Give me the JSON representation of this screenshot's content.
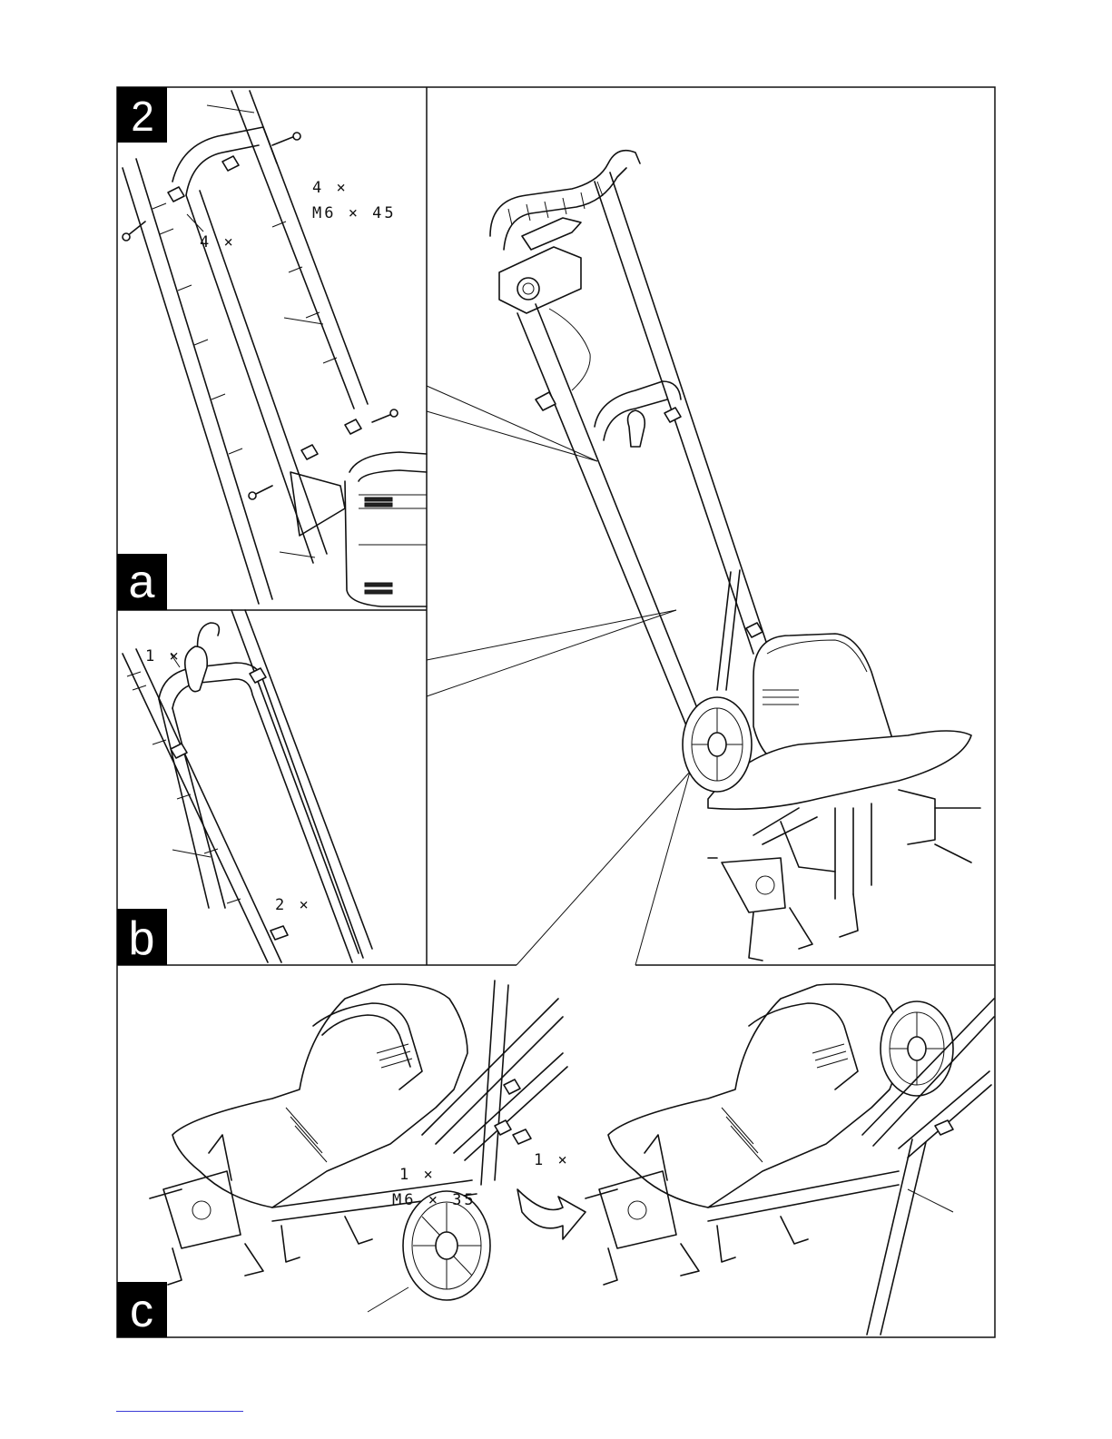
{
  "figure": {
    "step_number": "2",
    "panels": [
      {
        "letter": "a",
        "labels": [
          "4 ×",
          "M6 × 45",
          "4 ×"
        ]
      },
      {
        "letter": "b",
        "labels": [
          "1 ×",
          "2 ×"
        ]
      },
      {
        "letter": "c",
        "labels": [
          "1 ×",
          "M6 × 35",
          "1 ×"
        ]
      }
    ]
  },
  "colors": {
    "ink": "#111111",
    "badge": "#000000",
    "paper": "#ffffff",
    "footer_link": "#3b3bd6"
  }
}
